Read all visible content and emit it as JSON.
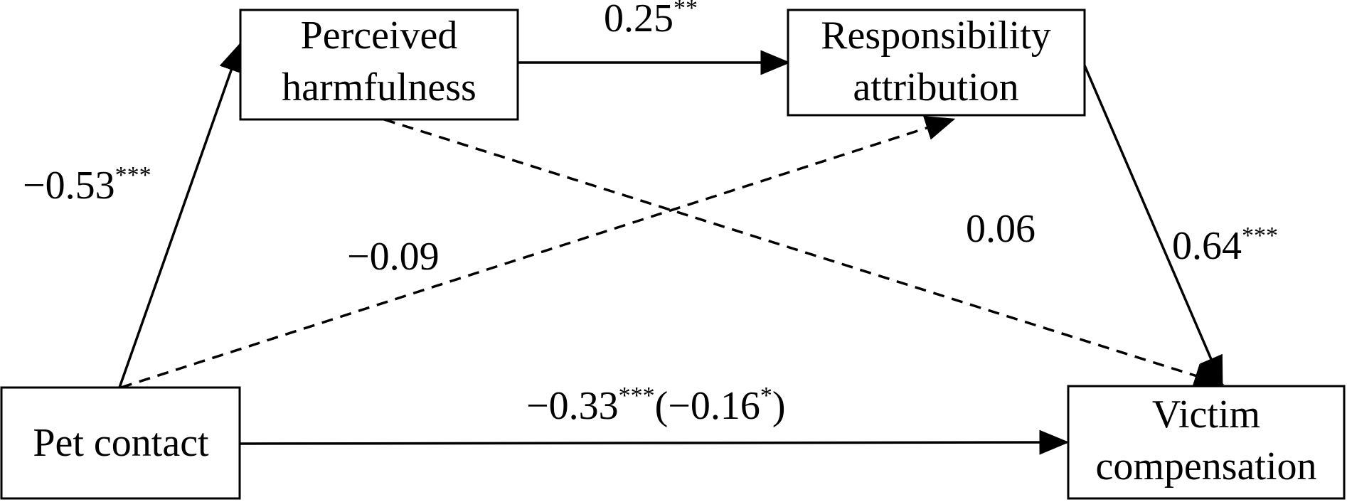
{
  "nodes": {
    "perceived": {
      "line1": "Perceived",
      "line2": "harmfulness"
    },
    "responsibility": {
      "line1": "Responsibility",
      "line2": "attribution"
    },
    "pet": {
      "line1": "Pet contact"
    },
    "victim": {
      "line1": "Victim",
      "line2": "compensation"
    }
  },
  "paths": {
    "pet_to_perceived": {
      "value": "−0.53",
      "sig": "***"
    },
    "perceived_to_responsibility": {
      "value": "0.25",
      "sig": "**"
    },
    "responsibility_to_victim": {
      "value": "0.64",
      "sig": "***"
    },
    "pet_to_responsibility": {
      "value": "−0.09"
    },
    "perceived_to_victim": {
      "value": "0.06"
    },
    "pet_to_victim": {
      "value": "−0.33",
      "sig": "***",
      "paren_open": "(",
      "paren_value": "−0.16",
      "paren_sig": "*",
      "paren_close": ")"
    }
  }
}
